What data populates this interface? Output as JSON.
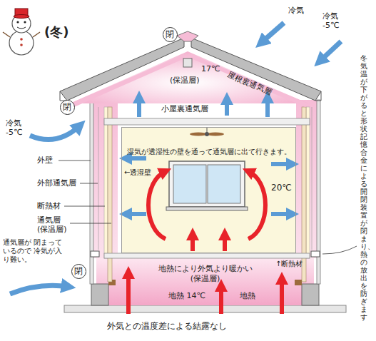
{
  "diagram": {
    "title": "(冬)",
    "nodes": [
      {
        "text": [
          "閉"
        ]
      },
      {
        "text": [
          "閉"
        ]
      },
      {
        "text": [
          "湿気が透湿性の壁を通って通気層に出て行きます。"
        ]
      },
      {
        "text": [
          "閉"
        ]
      },
      {
        "text": [
          "地熱により外気より暖かい (保温層)"
        ]
      }
    ],
    "labels": [
      "冷気",
      "冷気 -5℃",
      "冷気 -5℃",
      "屋根裏通気層",
      "17℃",
      "(保温層)",
      "小屋裏通気層",
      "←透湿壁",
      "20℃",
      "外壁",
      "外部通気層",
      "断熱材",
      "通気層 (保温層)",
      "通気層が 閉まっているので 冷気が入り難い。",
      "冬気温が下がると形状記憶合金による開閉装置が閉まり、熱の放出を防ぎます",
      "↑断熱材",
      "地熱 14℃",
      "地熱",
      "外気との温度差による結露なし"
    ]
  }
}
